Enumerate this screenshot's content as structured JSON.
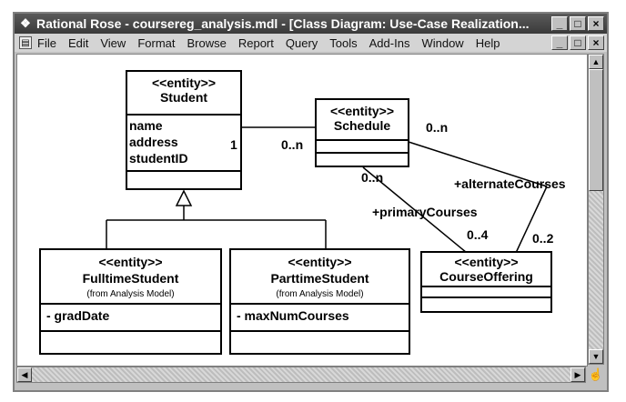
{
  "window": {
    "title": "Rational Rose - coursereg_analysis.mdl - [Class Diagram: Use-Case Realization...",
    "controls": [
      "_",
      "□",
      "×"
    ],
    "doc_controls": [
      "_",
      "□",
      "×"
    ]
  },
  "menu": [
    "File",
    "Edit",
    "View",
    "Format",
    "Browse",
    "Report",
    "Query",
    "Tools",
    "Add-Ins",
    "Window",
    "Help"
  ],
  "diagram": {
    "student": {
      "stereotype": "<<entity>>",
      "name": "Student",
      "attrs": [
        "name",
        "address",
        "studentID"
      ]
    },
    "schedule": {
      "stereotype": "<<entity>>",
      "name": "Schedule"
    },
    "fulltime": {
      "stereotype": "<<entity>>",
      "name": "FulltimeStudent",
      "origin": "(from Analysis Model)",
      "attr": "- gradDate"
    },
    "parttime": {
      "stereotype": "<<entity>>",
      "name": "ParttimeStudent",
      "origin": "(from Analysis Model)",
      "attr": "- maxNumCourses"
    },
    "offering": {
      "stereotype": "<<entity>>",
      "name": "CourseOffering"
    },
    "labels": {
      "student_mult": "1",
      "schedule_mult_left": "0..n",
      "schedule_mult_right": "0..n",
      "schedule_mult_bottom": "0..n",
      "alternate_role": "+alternateCourses",
      "primary_role": "+primaryCourses",
      "primary_mult": "0..4",
      "alternate_mult": "0..2"
    }
  }
}
